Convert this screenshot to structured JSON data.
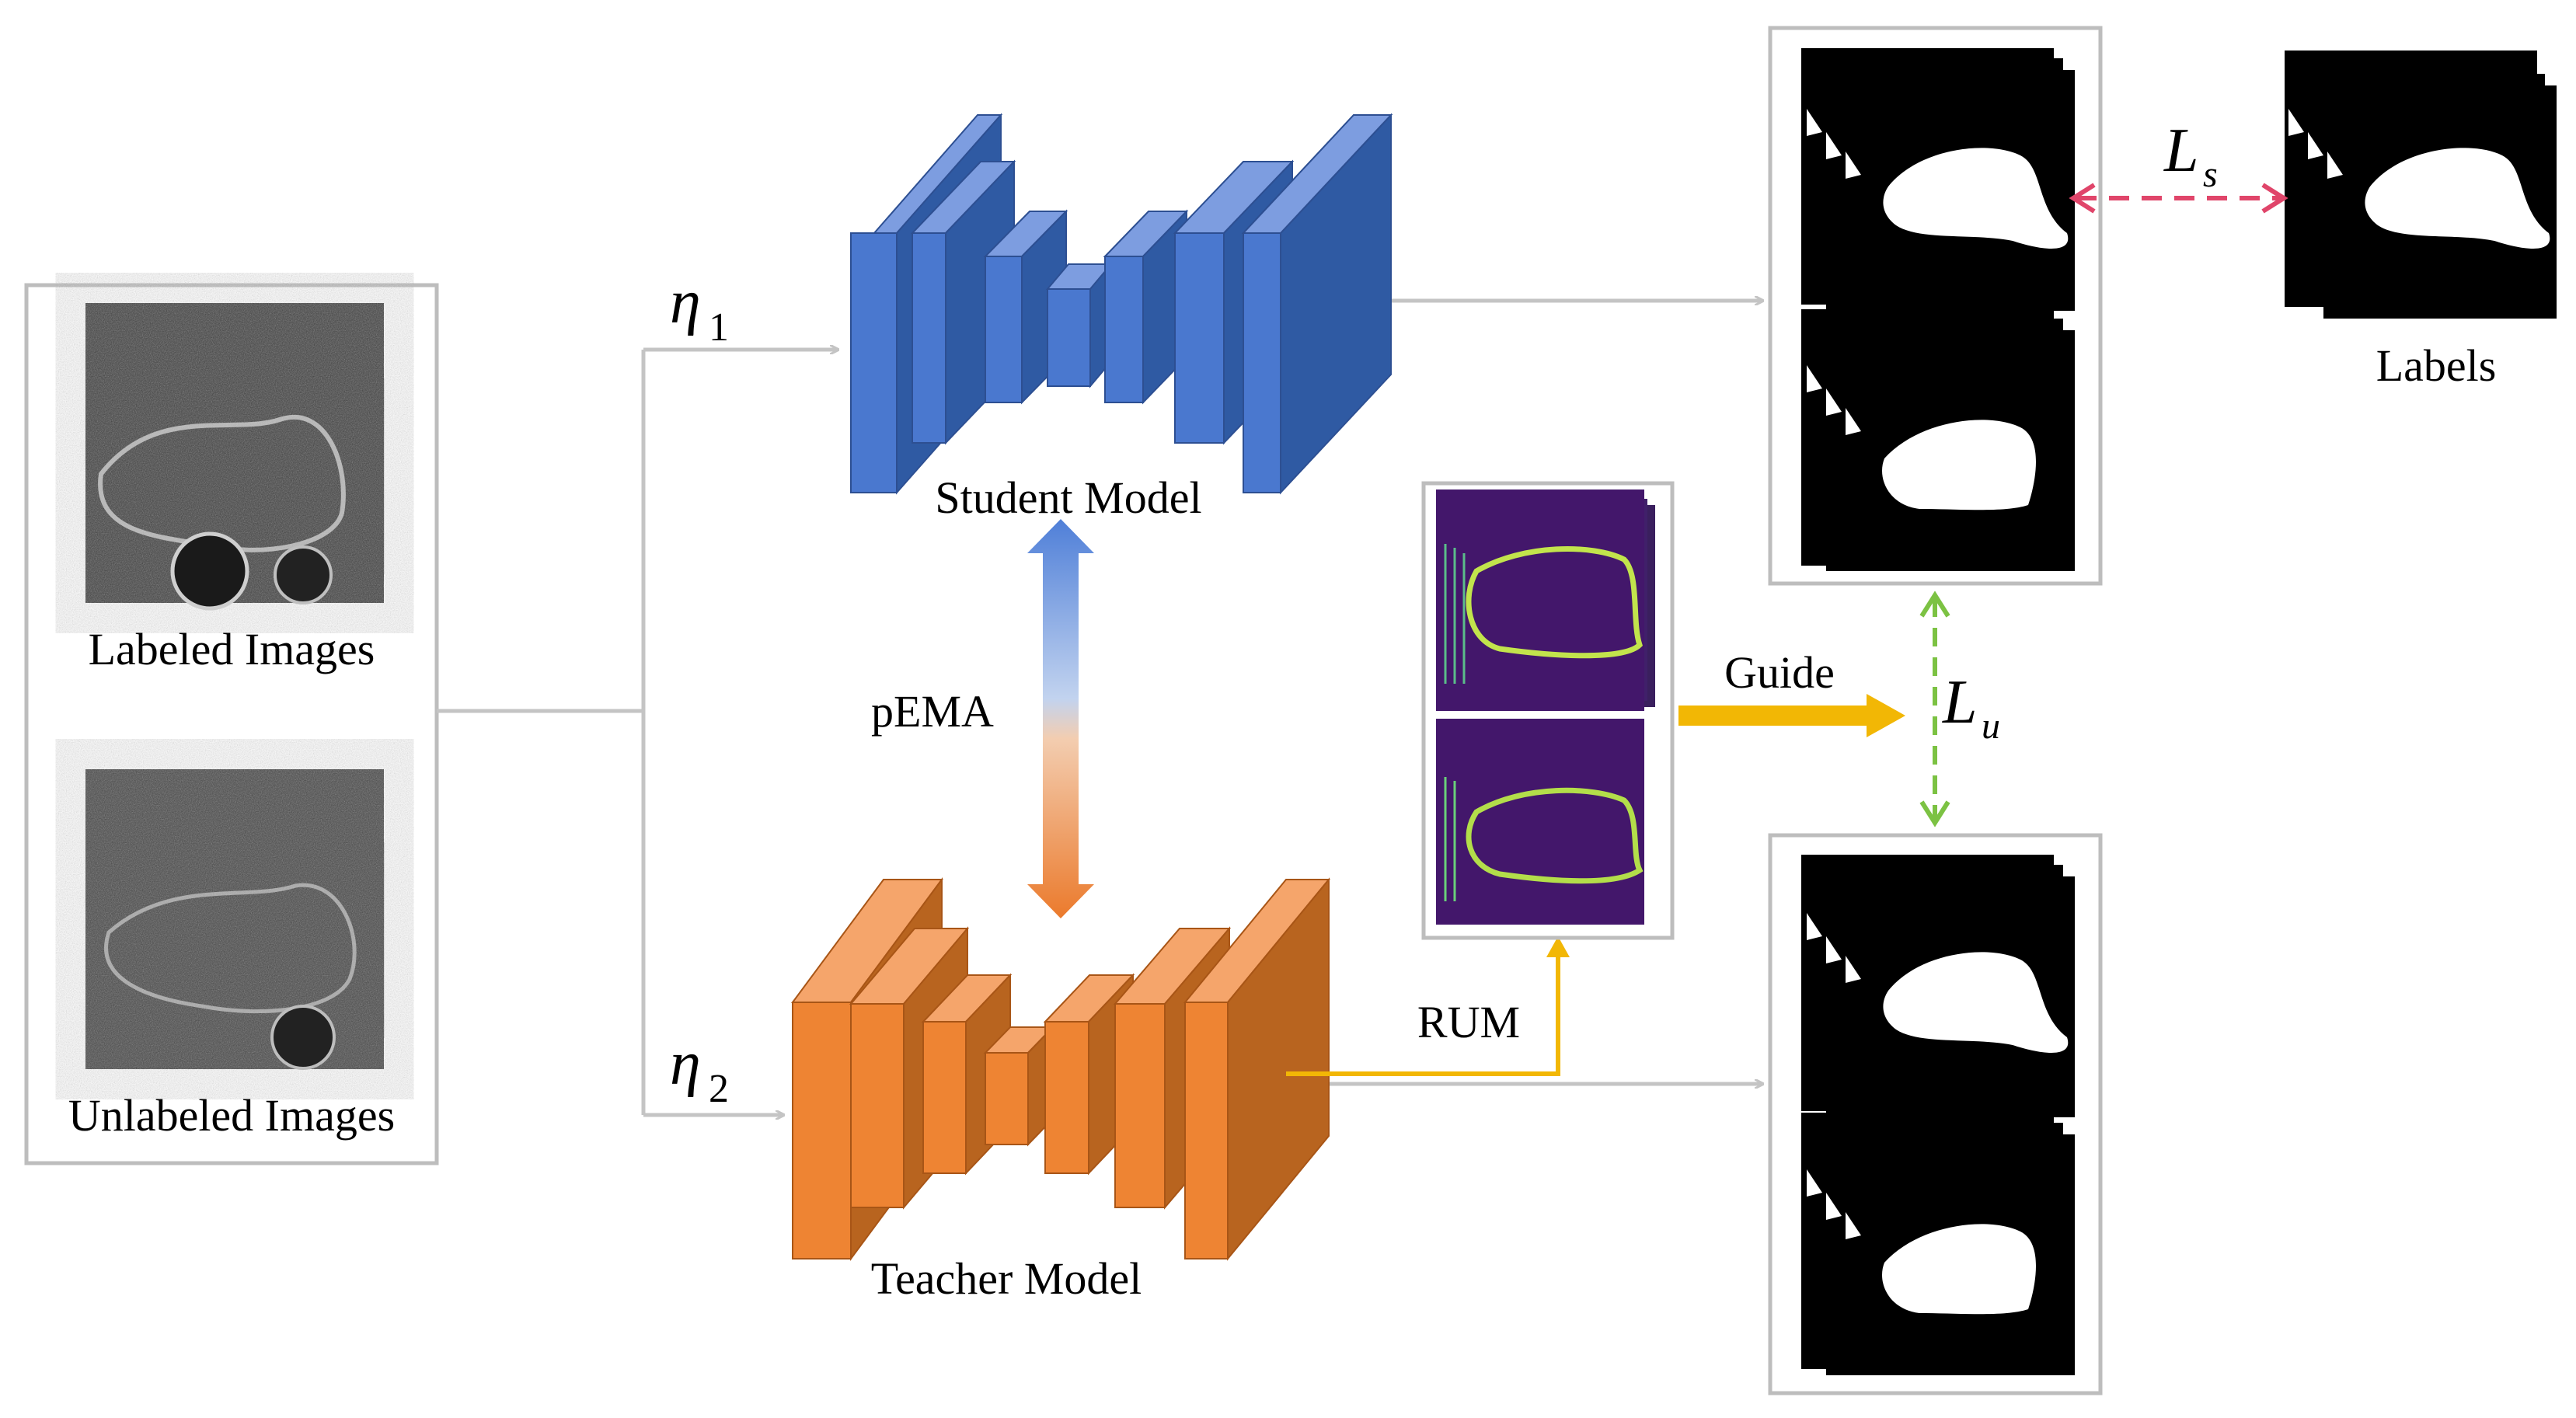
{
  "inputs": {
    "labeled_label": "Labeled Images",
    "unlabeled_label": "Unlabeled Images"
  },
  "models": {
    "student_label": "Student Model",
    "teacher_label": "Teacher Model",
    "student_color": "#4a78cf",
    "teacher_color": "#ee8433"
  },
  "symbols": {
    "eta1_main": "η",
    "eta1_sub": "1",
    "eta2_main": "η",
    "eta2_sub": "2",
    "ls_main": "L",
    "ls_sub": "s",
    "lu_main": "L",
    "lu_sub": "u"
  },
  "labels": {
    "pema": "pEMA",
    "rum": "RUM",
    "guide": "Guide",
    "labels_caption": "Labels"
  },
  "colors": {
    "connector": "#c4c4c4",
    "rum_arrow": "#f2b705",
    "supervised_loss": "#e0456a",
    "unsupervised_loss": "#7cc243",
    "box_border": "#bdbdbd"
  }
}
